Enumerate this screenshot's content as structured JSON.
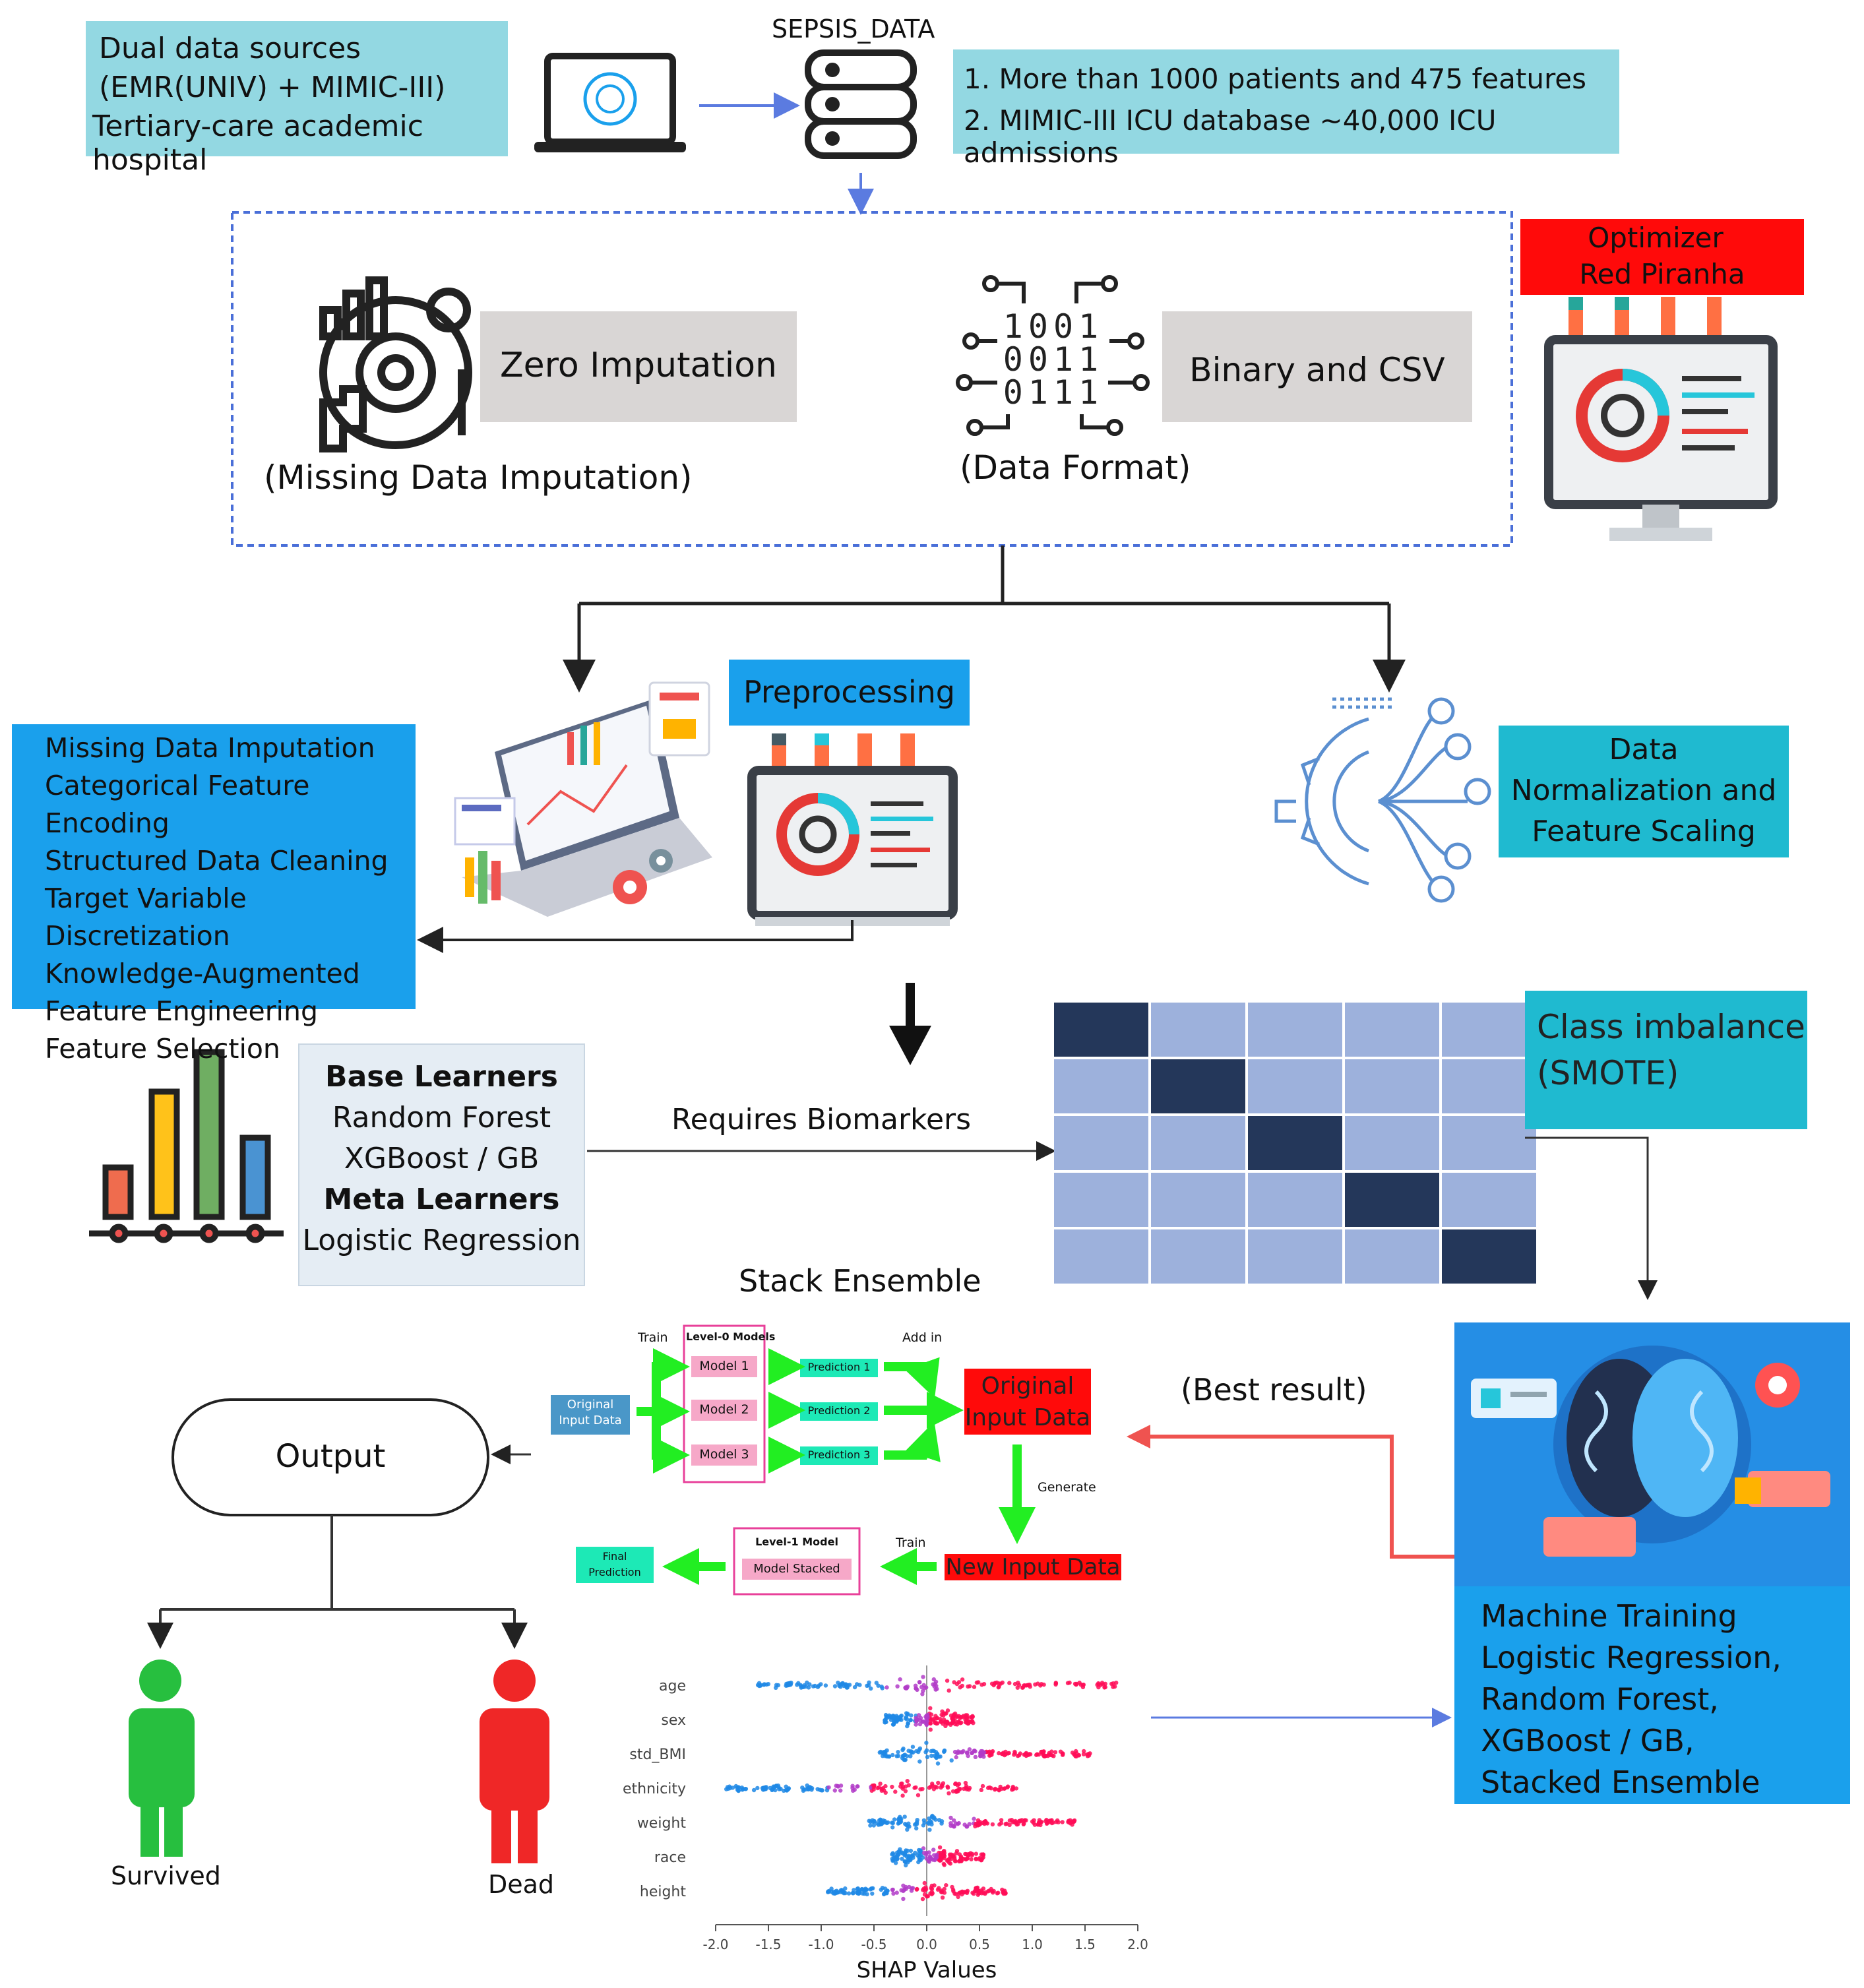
{
  "sources": {
    "line1": "Dual data sources",
    "line2": "(EMR(UNIV) + MIMIC-III)",
    "line3": "Tertiary-care academic hospital"
  },
  "db_title": "SEPSIS_DATA",
  "db_info": {
    "line1": "1. More than 1000 patients and 475 features",
    "line2": "2. MIMIC-III ICU database ~40,000 ICU admissions"
  },
  "zero_imputation": "Zero Imputation",
  "missing_data_caption": "(Missing Data Imputation)",
  "binary_csv": "Binary and CSV",
  "data_format_caption": "(Data Format)",
  "binary_digits": {
    "row1": "1001",
    "row2": "0011",
    "row3": "0111"
  },
  "optimizer": {
    "line1": "Optimizer",
    "line2": "Red Piranha"
  },
  "preprocessing": "Preprocessing",
  "preprocessing_steps": [
    "Missing Data Imputation",
    "Categorical Feature Encoding",
    "Structured Data Cleaning",
    "Target Variable Discretization",
    "Knowledge-Augmented",
    "Feature Engineering",
    "Feature Selection"
  ],
  "normalization": {
    "line1": "Data",
    "line2": "Normalization and",
    "line3": "Feature Scaling"
  },
  "learners": {
    "base_title": "Base Learners",
    "base1": "Random Forest",
    "base2": "XGBoost / GB",
    "meta_title": "Meta Learners",
    "meta1": "Logistic Regression"
  },
  "requires_biomarkers": "Requires Biomarkers",
  "class_imbalance": {
    "line1": "Class imbalance",
    "line2": "(SMOTE)"
  },
  "stack_ensemble": "Stack Ensemble",
  "stack": {
    "train": "Train",
    "level0": "Level-0 Models",
    "add_in": "Add in",
    "model1": "Model 1",
    "model2": "Model 2",
    "model3": "Model 3",
    "pred1": "Prediction 1",
    "pred2": "Prediction 2",
    "pred3": "Prediction 3",
    "orig_input_line1": "Original",
    "orig_input_line2": "Input Data",
    "original_input_line1": "Original",
    "original_input_line2": "Input Data",
    "generate": "Generate",
    "train2": "Train",
    "level1": "Level-1 Model",
    "model_stacked": "Model Stacked",
    "final_line1": "Final",
    "final_line2": "Prediction",
    "new_input": "New Input Data"
  },
  "best_result": "(Best result)",
  "output": "Output",
  "survived": "Survived",
  "dead": "Dead",
  "training": {
    "line1": "Machine Training",
    "line2": "Logistic Regression,",
    "line3": "Random Forest,",
    "line4": "XGBoost / GB,",
    "line5": "Stacked Ensemble"
  },
  "chart_data": {
    "type": "scatter",
    "title": "",
    "xlabel": "SHAP Values",
    "ylabel": "",
    "xlim": [
      -2.0,
      2.0
    ],
    "x_ticks": [
      "-2.0",
      "-1.5",
      "-1.0",
      "-0.5",
      "0.0",
      "0.5",
      "1.0",
      "1.5",
      "2.0"
    ],
    "categories": [
      "age",
      "sex",
      "std_BMI",
      "ethnicity",
      "weight",
      "race",
      "height"
    ],
    "series": [
      {
        "feature": "age",
        "range": [
          -1.6,
          1.8
        ]
      },
      {
        "feature": "sex",
        "range": [
          -0.4,
          0.45
        ]
      },
      {
        "feature": "std_BMI",
        "range": [
          -0.45,
          1.55
        ]
      },
      {
        "feature": "ethnicity",
        "range": [
          -1.9,
          0.85
        ]
      },
      {
        "feature": "weight",
        "range": [
          -0.55,
          1.45
        ]
      },
      {
        "feature": "race",
        "range": [
          -0.35,
          0.55
        ]
      },
      {
        "feature": "height",
        "range": [
          -0.95,
          0.75
        ]
      }
    ],
    "colors": {
      "low": "#1e88e5",
      "high": "#ff0d57"
    }
  },
  "colors": {
    "sky": "#93d8e2",
    "blue": "#1aa0ec",
    "red": "#ff0a0a",
    "green": "#22ee22",
    "pink": "#f6a8c8",
    "mint": "#1de9b6",
    "matrix_dark": "#24375a",
    "matrix_light": "#9db1dc"
  }
}
